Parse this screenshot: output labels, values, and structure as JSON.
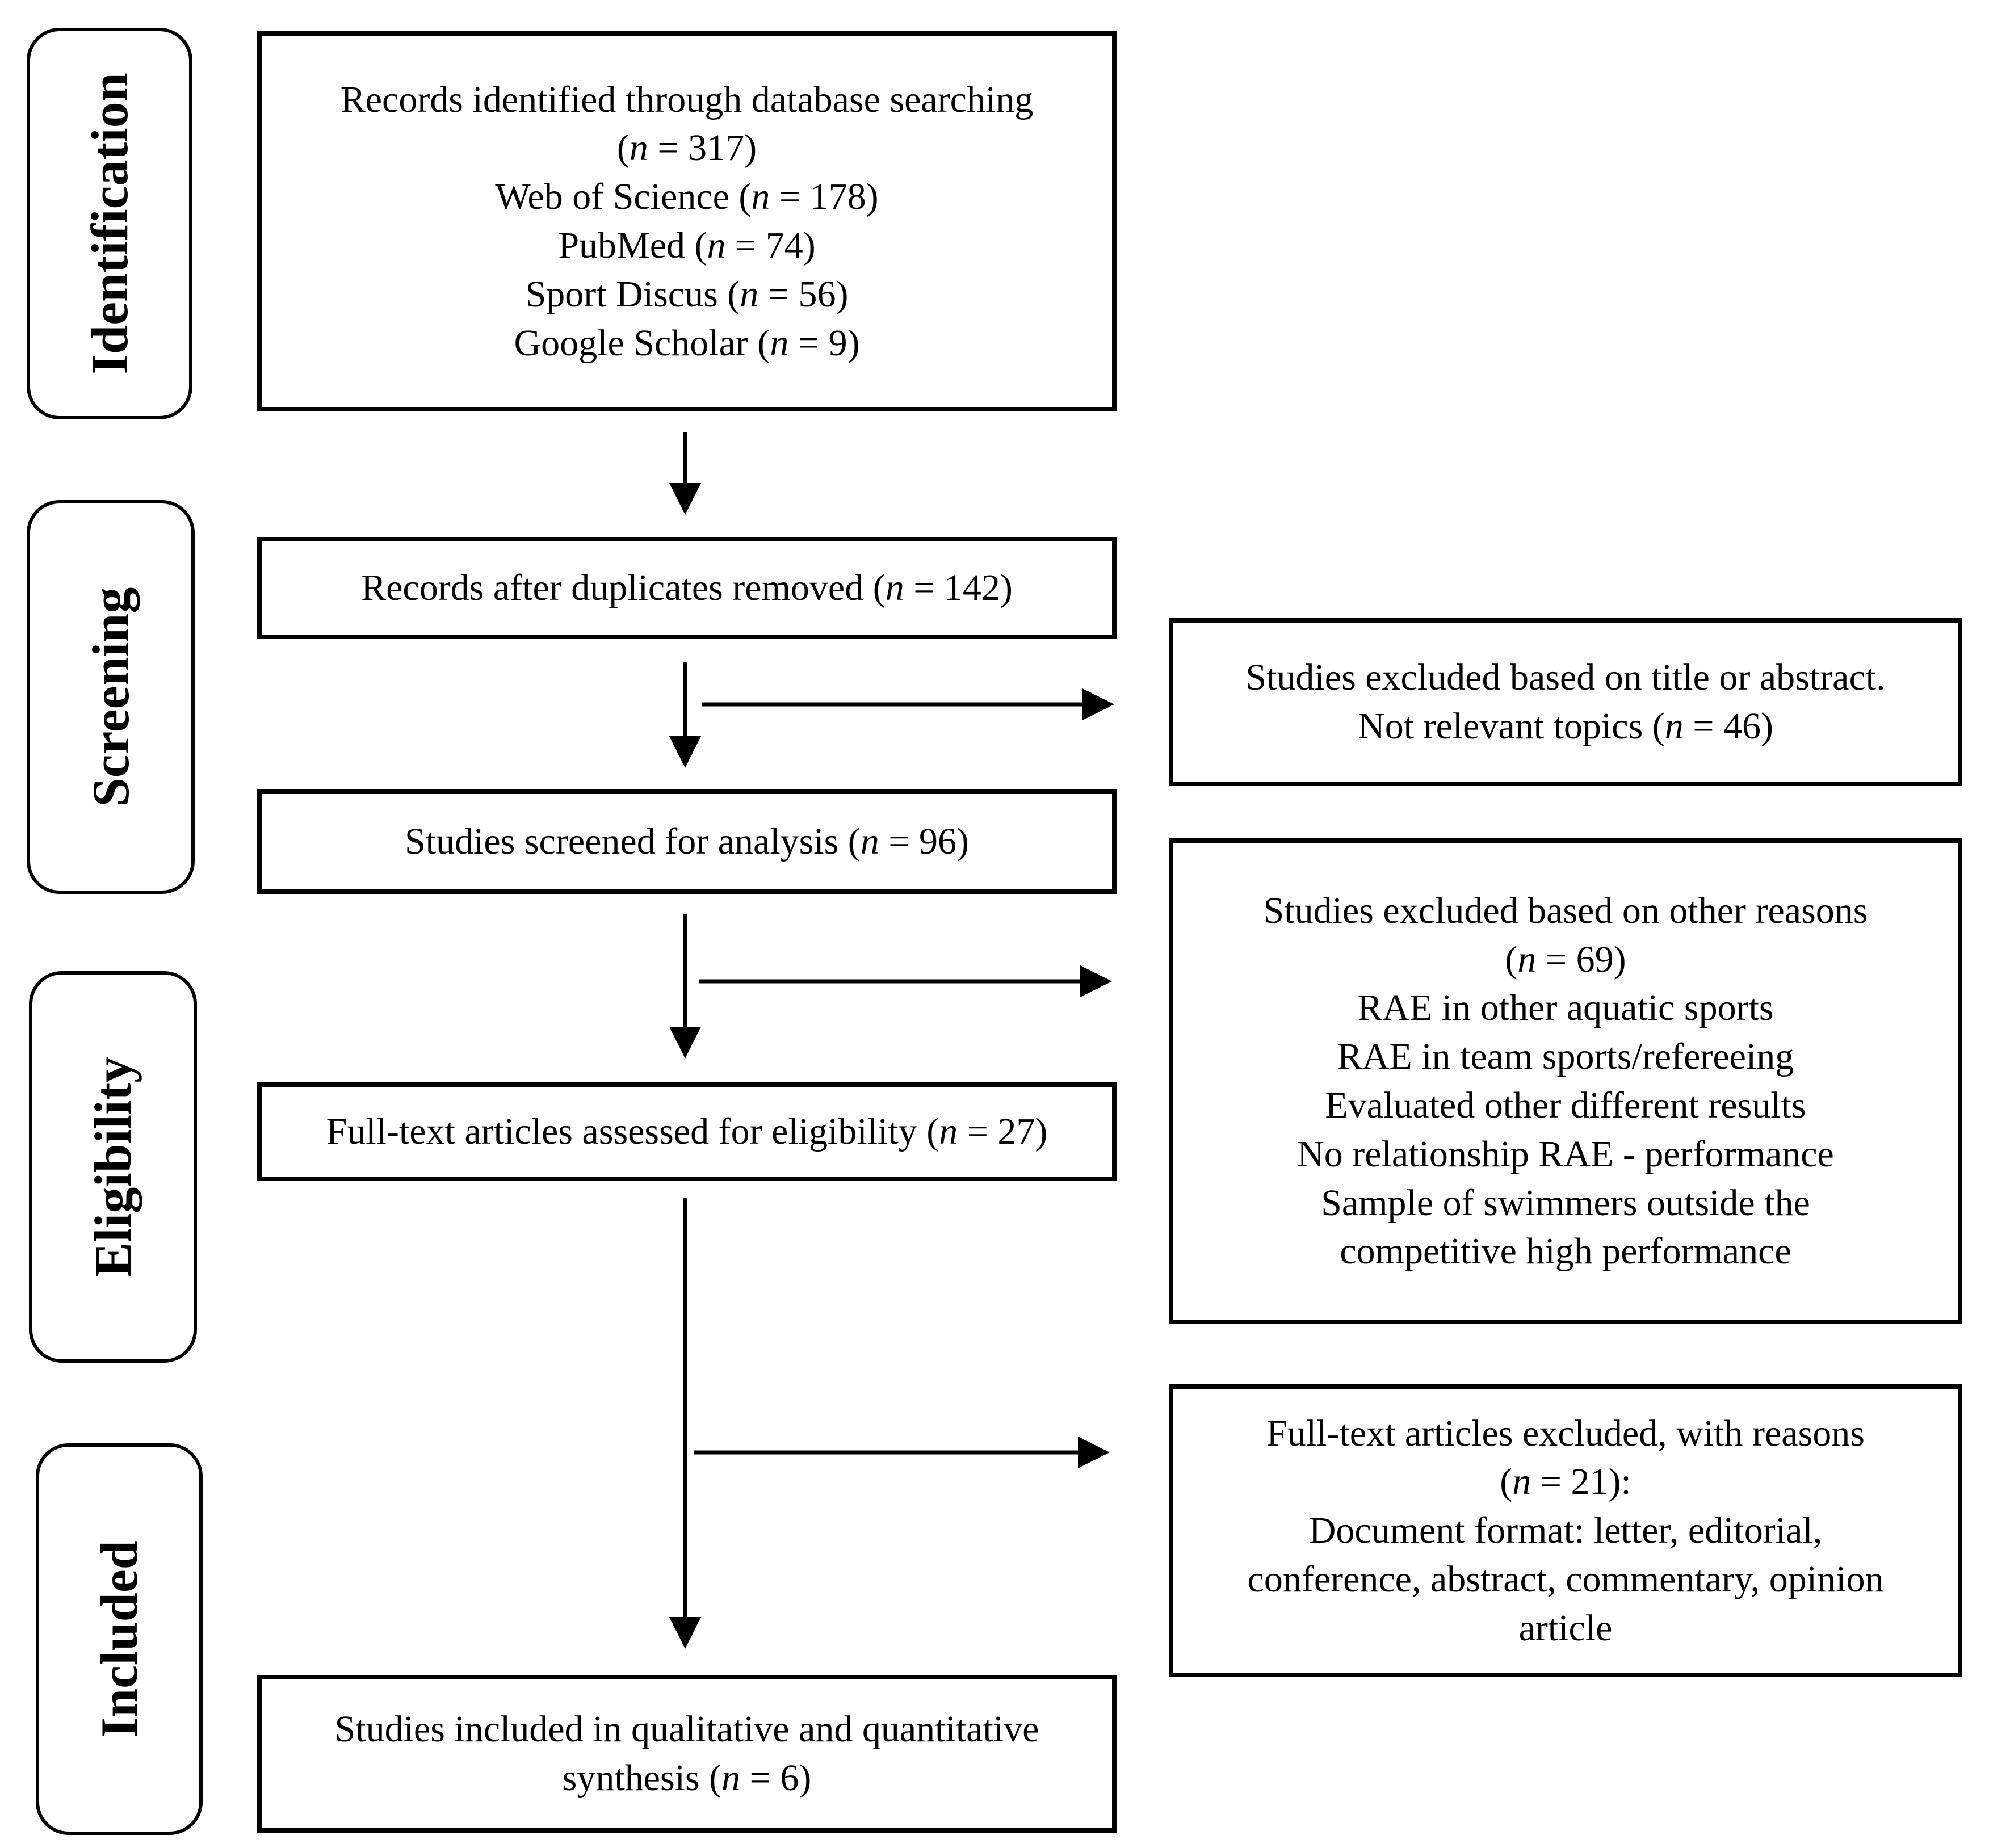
{
  "phases": {
    "identification": "Identification",
    "screening": "Screening",
    "eligibility": "Eligibility",
    "included": "Included"
  },
  "records_identified": {
    "title": "Records identified through database searching",
    "total": "(n = 317)",
    "sources": [
      "Web of Science (n = 178)",
      "PubMed (n = 74)",
      "Sport Discus (n = 56)",
      "Google Scholar (n = 9)"
    ]
  },
  "duplicates_removed": {
    "text": "Records after duplicates removed (n = 142)"
  },
  "screened": {
    "text": "Studies screened for analysis (n = 96)"
  },
  "full_text_assessed": {
    "text": "Full-text articles assessed for eligibility (n = 27)"
  },
  "included_studies": {
    "lines": [
      "Studies included in qualitative and quantitative",
      "synthesis (n = 6)"
    ]
  },
  "excluded_title_abstract": {
    "lines": [
      "Studies excluded based on title or abstract.",
      "Not relevant topics (n = 46)"
    ]
  },
  "excluded_other_reasons": {
    "lines": [
      "Studies excluded based on other reasons",
      "(n = 69)",
      "RAE in other aquatic sports",
      "RAE in team sports/refereeing",
      "Evaluated other different results",
      "No relationship RAE - performance",
      "Sample of swimmers outside the",
      "competitive high performance"
    ]
  },
  "excluded_full_text": {
    "lines": [
      "Full-text articles excluded, with reasons",
      "(n = 21):",
      "Document format: letter, editorial,",
      "conference, abstract, commentary, opinion",
      "article"
    ]
  }
}
